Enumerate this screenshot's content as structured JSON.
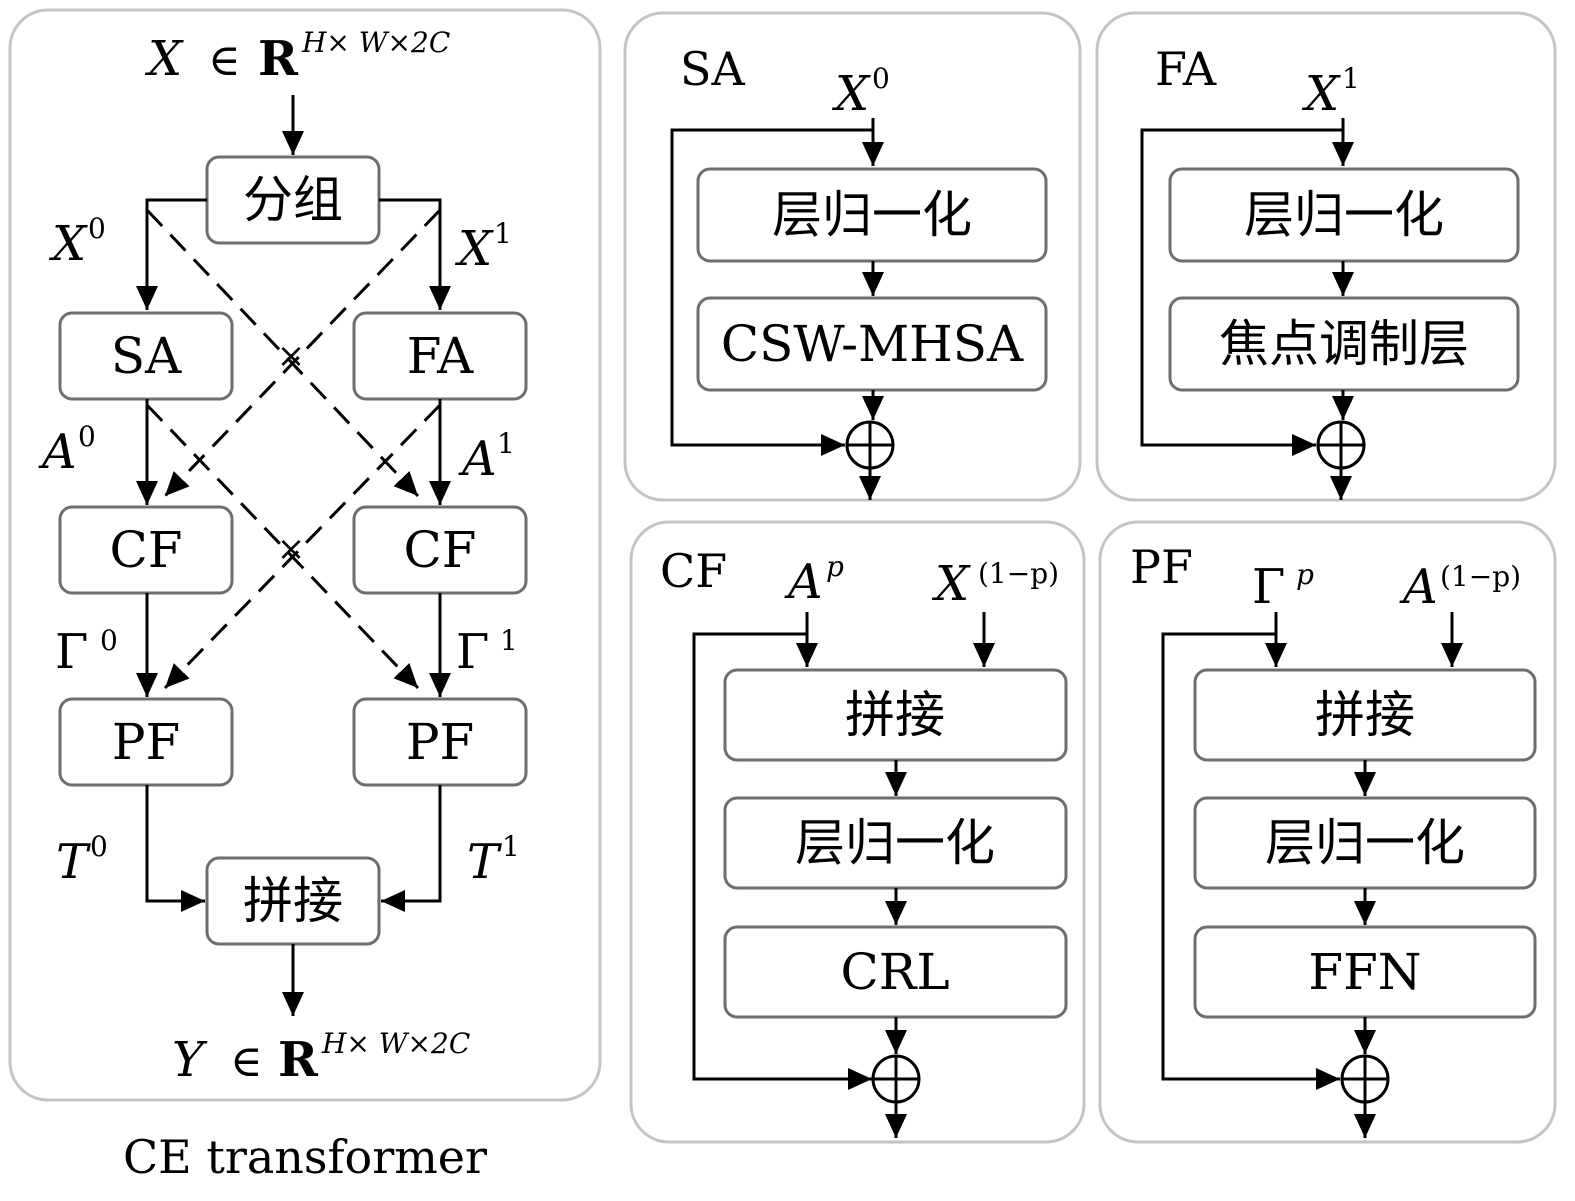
{
  "left_panel": {
    "input_label": {
      "var": "X",
      "rel": "∈",
      "space": "R",
      "exp": "H× W×2C"
    },
    "output_label": {
      "var": "Y",
      "rel": "∈",
      "space": "R",
      "exp": "H× W×2C"
    },
    "caption": "CE transformer",
    "group_box": "分组",
    "concat_box": "拼接",
    "left_column": {
      "sa": "SA",
      "cf": "CF",
      "pf": "PF"
    },
    "right_column": {
      "fa": "FA",
      "cf": "CF",
      "pf": "PF"
    },
    "branch_labels": {
      "x0": {
        "base": "X",
        "sup": "0"
      },
      "x1": {
        "base": "X",
        "sup": "1"
      },
      "a0": {
        "base": "A",
        "sup": "0"
      },
      "a1": {
        "base": "A",
        "sup": "1"
      },
      "g0": {
        "base": "Γ",
        "sup": "0"
      },
      "g1": {
        "base": "Γ",
        "sup": "1"
      },
      "t0": {
        "base": "T",
        "sup": "0"
      },
      "t1": {
        "base": "T",
        "sup": "1"
      }
    },
    "cross_marks": [
      "×",
      "×"
    ]
  },
  "sa_panel": {
    "title": "SA",
    "input": {
      "base": "X",
      "sup": "0"
    },
    "boxes": [
      "层归一化",
      "CSW-MHSA"
    ]
  },
  "fa_panel": {
    "title": "FA",
    "input": {
      "base": "X",
      "sup": "1"
    },
    "boxes": [
      "层归一化",
      "焦点调制层"
    ]
  },
  "cf_panel": {
    "title": "CF",
    "input_a": {
      "base": "A",
      "sup": "p"
    },
    "input_b": {
      "base": "X",
      "sup": "(1−p)"
    },
    "boxes": [
      "拼接",
      "层归一化",
      "CRL"
    ]
  },
  "pf_panel": {
    "title": "PF",
    "input_a": {
      "base": "Γ",
      "sup": "p"
    },
    "input_b": {
      "base": "A",
      "sup": "(1−p)"
    },
    "boxes": [
      "拼接",
      "层归一化",
      "FFN"
    ]
  }
}
